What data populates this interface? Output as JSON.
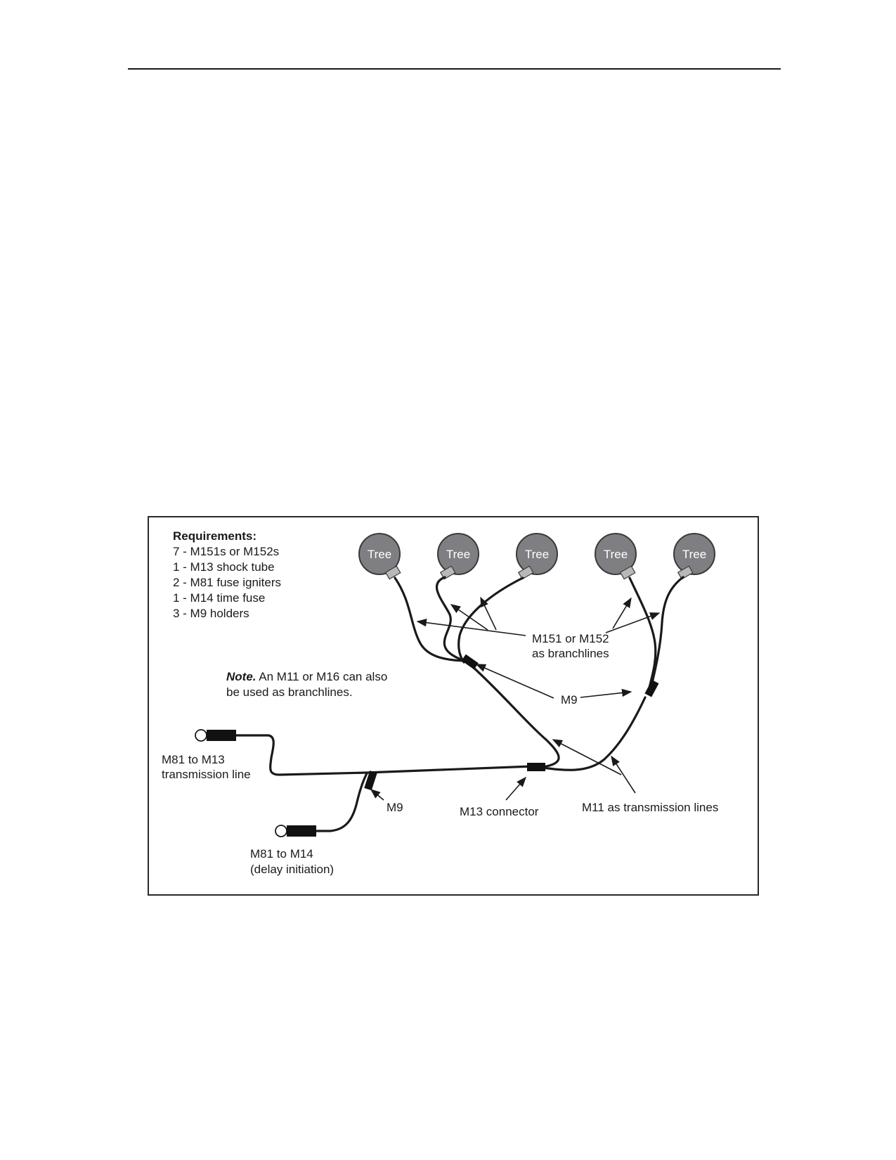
{
  "requirements": {
    "title": "Requirements:",
    "items": [
      "7 - M151s or M152s",
      "1 - M13 shock tube",
      "2 - M81 fuse igniters",
      "1 - M14 time fuse",
      "3 - M9 holders"
    ]
  },
  "trees": [
    "Tree",
    "Tree",
    "Tree",
    "Tree",
    "Tree"
  ],
  "note": {
    "prefix": "Note.",
    "line1_rest": " An M11 or M16 can also",
    "line2": "be used as branchlines."
  },
  "labels": {
    "branchlines_line1": "M151 or M152",
    "branchlines_line2": "as branchlines",
    "m9_upper": "M9",
    "m9_lower": "M9",
    "m81_m13_line1": "M81 to M13",
    "m81_m13_line2": "transmission line",
    "m81_m14_line1": "M81 to M14",
    "m81_m14_line2": "(delay initiation)",
    "m13_connector": "M13 connector",
    "m11_transmission": "M11 as transmission lines"
  },
  "colors": {
    "tree_fill": "#7f7f83",
    "tree_stroke": "#3a3a3a",
    "line": "#1a1a1a",
    "cap_fill": "#b8b8b8"
  }
}
